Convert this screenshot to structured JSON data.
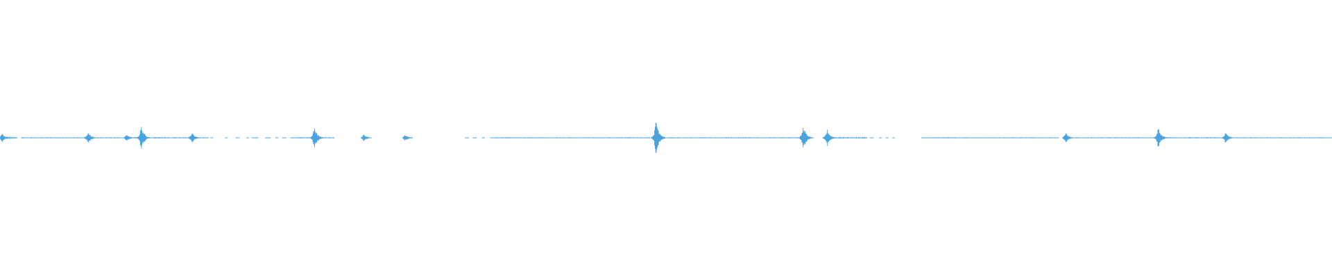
{
  "colors": {
    "background": "#ffffff",
    "waveform": "#4aa3df"
  },
  "chart_data": {
    "type": "area",
    "grid": false,
    "legend": "none",
    "y_range": [
      -1,
      1
    ],
    "x_range": [
      0,
      1
    ],
    "segments": [
      {
        "start": 0.0,
        "end": 0.013,
        "amplitude": 0.01
      },
      {
        "start": 0.016,
        "end": 0.094,
        "amplitude": 0.004
      },
      {
        "start": 0.094,
        "end": 0.129,
        "amplitude": 0.006
      },
      {
        "start": 0.129,
        "end": 0.155,
        "amplitude": 0.005
      },
      {
        "start": 0.155,
        "end": 0.157,
        "amplitude": 0.003
      },
      {
        "start": 0.158,
        "end": 0.16,
        "amplitude": 0.003
      },
      {
        "start": 0.169,
        "end": 0.171,
        "amplitude": 0.003
      },
      {
        "start": 0.177,
        "end": 0.18,
        "amplitude": 0.003
      },
      {
        "start": 0.185,
        "end": 0.187,
        "amplitude": 0.003
      },
      {
        "start": 0.189,
        "end": 0.194,
        "amplitude": 0.003
      },
      {
        "start": 0.199,
        "end": 0.203,
        "amplitude": 0.003
      },
      {
        "start": 0.207,
        "end": 0.209,
        "amplitude": 0.003
      },
      {
        "start": 0.212,
        "end": 0.215,
        "amplitude": 0.003
      },
      {
        "start": 0.218,
        "end": 0.222,
        "amplitude": 0.003
      },
      {
        "start": 0.222,
        "end": 0.251,
        "amplitude": 0.005
      },
      {
        "start": 0.272,
        "end": 0.279,
        "amplitude": 0.004
      },
      {
        "start": 0.303,
        "end": 0.31,
        "amplitude": 0.004
      },
      {
        "start": 0.349,
        "end": 0.352,
        "amplitude": 0.002
      },
      {
        "start": 0.355,
        "end": 0.358,
        "amplitude": 0.002
      },
      {
        "start": 0.362,
        "end": 0.364,
        "amplitude": 0.002
      },
      {
        "start": 0.368,
        "end": 0.373,
        "amplitude": 0.002
      },
      {
        "start": 0.373,
        "end": 0.603,
        "amplitude": 0.004
      },
      {
        "start": 0.609,
        "end": 0.611,
        "amplitude": 0.003
      },
      {
        "start": 0.618,
        "end": 0.651,
        "amplitude": 0.007
      },
      {
        "start": 0.653,
        "end": 0.656,
        "amplitude": 0.002
      },
      {
        "start": 0.66,
        "end": 0.662,
        "amplitude": 0.002
      },
      {
        "start": 0.665,
        "end": 0.667,
        "amplitude": 0.002
      },
      {
        "start": 0.67,
        "end": 0.672,
        "amplitude": 0.002
      },
      {
        "start": 0.692,
        "end": 0.795,
        "amplitude": 0.004
      },
      {
        "start": 0.799,
        "end": 0.893,
        "amplitude": 0.004
      },
      {
        "start": 0.893,
        "end": 0.92,
        "amplitude": 0.005
      },
      {
        "start": 0.92,
        "end": 1.0,
        "amplitude": 0.004
      }
    ],
    "peaks": [
      {
        "x": 0.0015,
        "amplitude": 0.04
      },
      {
        "x": 0.066,
        "amplitude": 0.05
      },
      {
        "x": 0.095,
        "amplitude": 0.03
      },
      {
        "x": 0.106,
        "amplitude": 0.1
      },
      {
        "x": 0.144,
        "amplitude": 0.045
      },
      {
        "x": 0.236,
        "amplitude": 0.095
      },
      {
        "x": 0.273,
        "amplitude": 0.03
      },
      {
        "x": 0.304,
        "amplitude": 0.03
      },
      {
        "x": 0.4925,
        "amplitude": 0.16
      },
      {
        "x": 0.603,
        "amplitude": 0.1
      },
      {
        "x": 0.621,
        "amplitude": 0.07
      },
      {
        "x": 0.8,
        "amplitude": 0.045
      },
      {
        "x": 0.8695,
        "amplitude": 0.085
      },
      {
        "x": 0.92,
        "amplitude": 0.045
      }
    ]
  }
}
